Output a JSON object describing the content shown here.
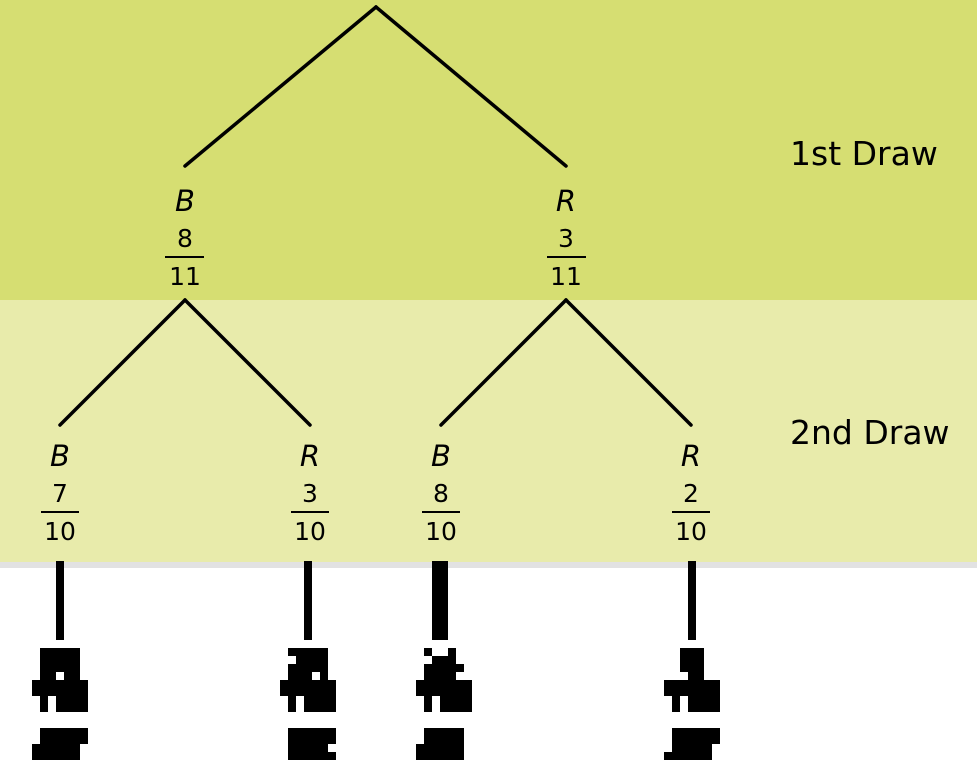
{
  "diagram": {
    "type": "probability-tree",
    "colors": {
      "band_1": "#d6de72",
      "band_2": "#e8ebab",
      "divider": "#e2e2e2",
      "background": "#ffffff",
      "line": "#000000"
    },
    "rows": [
      {
        "label": "1st Draw"
      },
      {
        "label": "2nd Draw"
      }
    ],
    "first_draw": [
      {
        "outcome": "B",
        "numerator": "8",
        "denominator": "11"
      },
      {
        "outcome": "R",
        "numerator": "3",
        "denominator": "11"
      }
    ],
    "second_draw": [
      {
        "parent": "B",
        "outcome": "B",
        "numerator": "7",
        "denominator": "10"
      },
      {
        "parent": "B",
        "outcome": "R",
        "numerator": "3",
        "denominator": "10"
      },
      {
        "parent": "R",
        "outcome": "B",
        "numerator": "8",
        "denominator": "10"
      },
      {
        "parent": "R",
        "outcome": "R",
        "numerator": "2",
        "denominator": "10"
      }
    ],
    "leaf_results": [
      {
        "redacted": true
      },
      {
        "redacted": true
      },
      {
        "redacted": true
      },
      {
        "redacted": true
      }
    ]
  }
}
